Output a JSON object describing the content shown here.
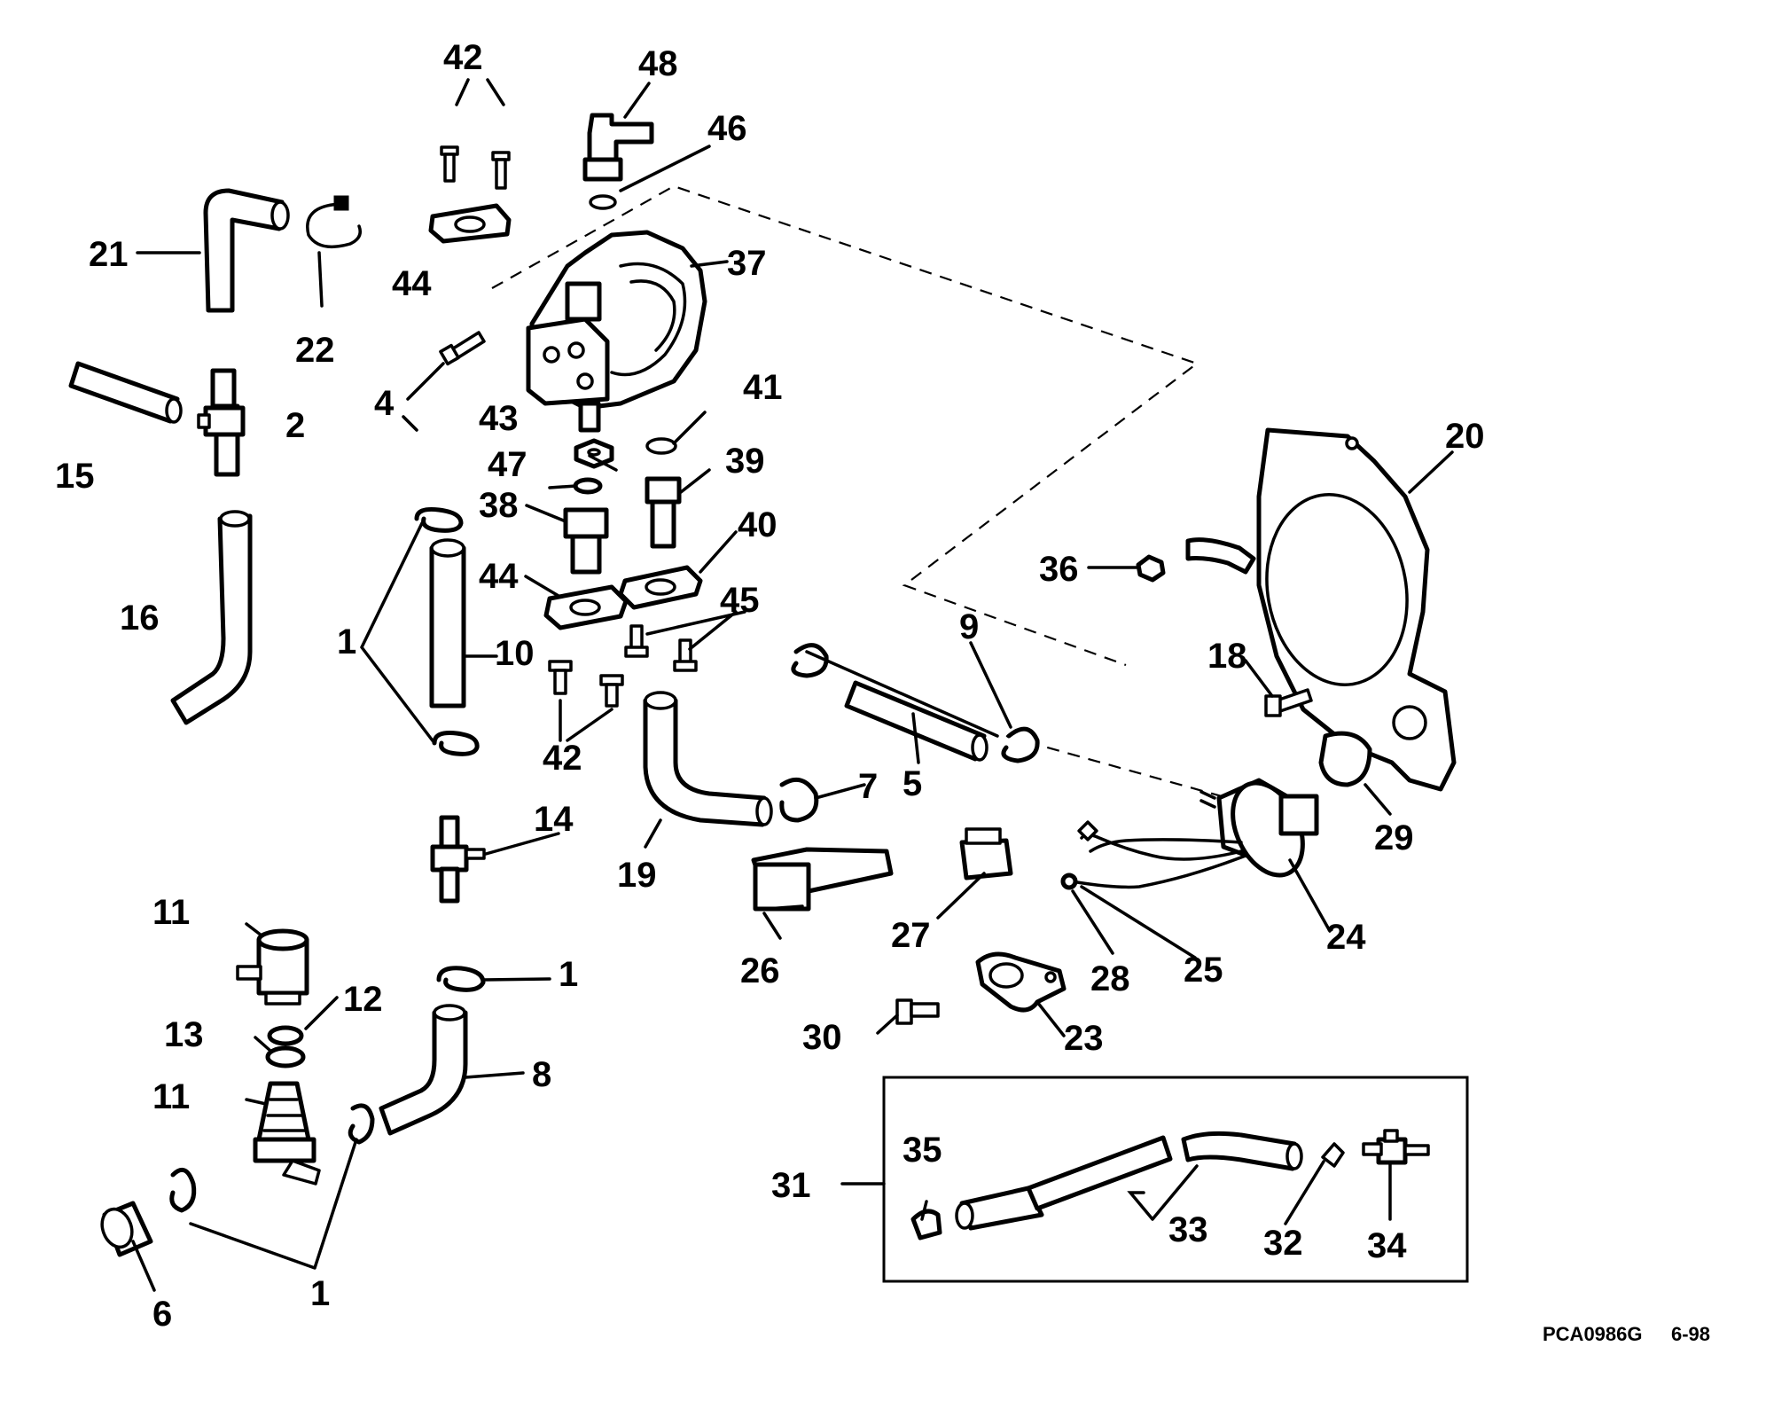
{
  "figure": {
    "footer_code": "PCA0986G",
    "footer_date": "6-98"
  },
  "callouts": {
    "c1a": "1",
    "c1b": "1",
    "c1c": "1",
    "c2": "2",
    "c4": "4",
    "c5": "5",
    "c6": "6",
    "c7": "7",
    "c8": "8",
    "c9": "9",
    "c10": "10",
    "c11a": "11",
    "c11b": "11",
    "c12": "12",
    "c13": "13",
    "c14": "14",
    "c15": "15",
    "c16": "16",
    "c18": "18",
    "c19": "19",
    "c20": "20",
    "c21": "21",
    "c22": "22",
    "c23": "23",
    "c24": "24",
    "c25": "25",
    "c26": "26",
    "c27": "27",
    "c28": "28",
    "c29": "29",
    "c30": "30",
    "c31": "31",
    "c32": "32",
    "c33": "33",
    "c34": "34",
    "c35": "35",
    "c36": "36",
    "c37": "37",
    "c38": "38",
    "c39": "39",
    "c40": "40",
    "c41": "41",
    "c42a": "42",
    "c42b": "42",
    "c43": "43",
    "c44a": "44",
    "c44b": "44",
    "c45": "45",
    "c46": "46",
    "c47": "47",
    "c48": "48"
  }
}
